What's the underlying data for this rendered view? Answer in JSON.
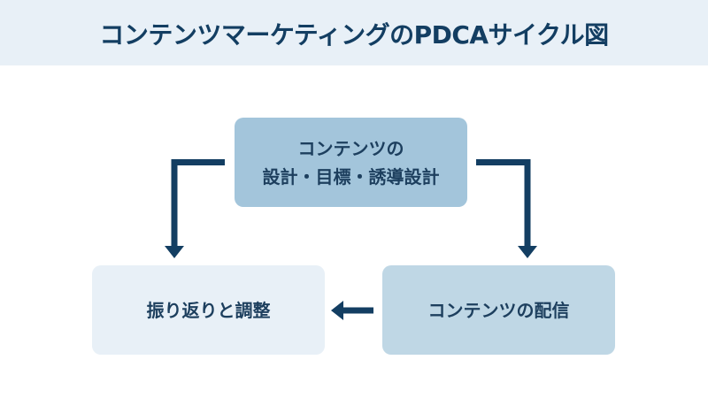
{
  "header": {
    "title": "コンテンツマーケティングのPDCAサイクル図"
  },
  "colors": {
    "header_bg": "#e8f0f7",
    "title_text": "#133e62",
    "arrow": "#133e62",
    "plan_box": "#a3c5db",
    "do_box": "#bfd7e5",
    "check_box": "#e8f0f7",
    "box_text": "#1d3f5e"
  },
  "steps": {
    "plan": {
      "line1": "コンテンツの",
      "line2": "設計・目標・誘導設計"
    },
    "do": {
      "label": "コンテンツの配信"
    },
    "check": {
      "label": "振り返りと調整"
    }
  },
  "arrows": [
    {
      "from": "plan",
      "to": "do",
      "direction": "right-then-down"
    },
    {
      "from": "do",
      "to": "check",
      "direction": "left"
    },
    {
      "from": "plan",
      "to": "check",
      "direction": "left-then-down"
    }
  ]
}
